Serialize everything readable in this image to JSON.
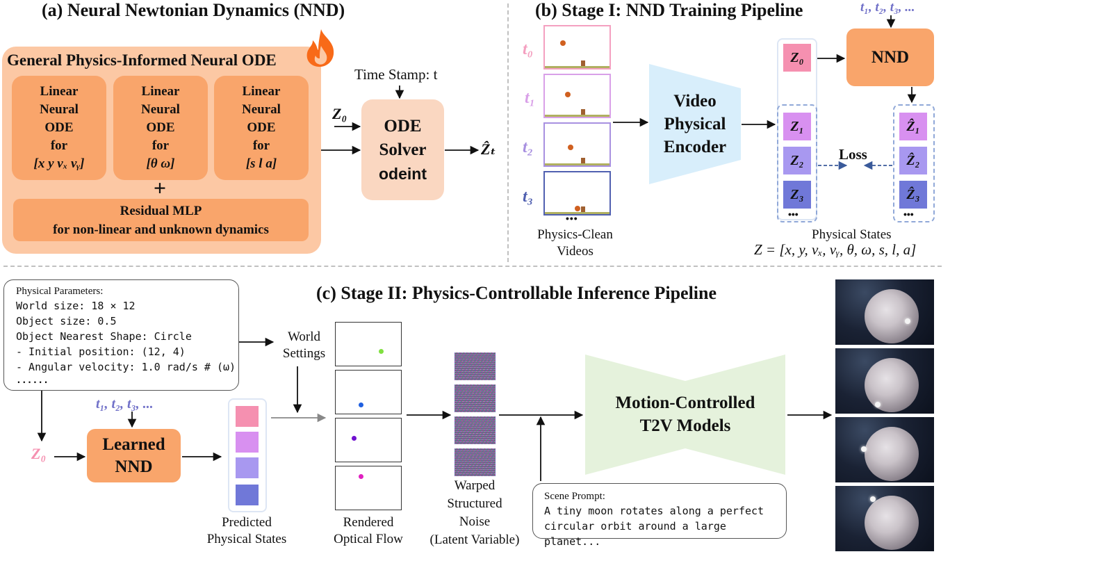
{
  "panel_a": {
    "title": "(a) Neural Newtonian Dynamics (NND)",
    "box_title": "General Physics-Informed Neural ODE",
    "odes": [
      {
        "lines": [
          "Linear",
          "Neural",
          "ODE",
          "for"
        ],
        "vars": "[x y vₓ vᵧ]"
      },
      {
        "lines": [
          "Linear",
          "Neural",
          "ODE",
          "for"
        ],
        "vars": "[θ ω]"
      },
      {
        "lines": [
          "Linear",
          "Neural",
          "ODE",
          "for"
        ],
        "vars": "[s l a]"
      }
    ],
    "plus": "+",
    "mlp_line1": "Residual MLP",
    "mlp_line2": "for non-linear and unknown dynamics",
    "time_stamp": "Time Stamp: t",
    "z0": "Z₀",
    "solver_lines": [
      "ODE",
      "Solver",
      "odeint"
    ],
    "output": "Ẑₜ",
    "flame_icon": "fire-icon"
  },
  "panel_b": {
    "title": "(b) Stage I: NND Training Pipeline",
    "time_labels": [
      "t₀",
      "t₁",
      "t₂",
      "t₃"
    ],
    "frame_colors": [
      "#f4a0c0",
      "#d9a0e8",
      "#a890e0",
      "#5060b0"
    ],
    "ellipsis": "•••",
    "videos_label": [
      "Physics-Clean",
      "Videos"
    ],
    "encoder_lines": [
      "Video",
      "Physical",
      "Encoder"
    ],
    "z0": "Z₀",
    "nnd": "NND",
    "time_inputs": "t₁, t₂, t₃, ...",
    "states": [
      "Z₁",
      "Z₂",
      "Z₃"
    ],
    "pred_states": [
      "Ẑ₁",
      "Ẑ₂",
      "Ẑ₃"
    ],
    "state_colors": [
      "#d890f0",
      "#a898f0",
      "#7078d8"
    ],
    "z0_color": "#f590b0",
    "loss": "Loss",
    "states_label": "Physical States",
    "z_def": "Z = [x, y, vₓ, vᵧ, θ, ω, s, l, a]"
  },
  "panel_c": {
    "title": "(c) Stage II: Physics-Controllable Inference Pipeline",
    "params": [
      "Physical Parameters:",
      "World size: 18 × 12",
      "Object size: 0.5",
      "Object Nearest Shape: Circle",
      "- Initial position: (12, 4)",
      "- Angular velocity: 1.0 rad/s # (ω)",
      "......"
    ],
    "world_settings": [
      "World",
      "Settings"
    ],
    "time_inputs": "t₁, t₂, t₃, ...",
    "z0": "Z₀",
    "learned_nnd": [
      "Learned",
      "NND"
    ],
    "predicted_label": [
      "Predicted",
      "Physical States"
    ],
    "predicted_colors": [
      "#f590b0",
      "#d890f0",
      "#a898f0",
      "#7078d8"
    ],
    "flow_dot_colors": [
      "#80e040",
      "#2060e0",
      "#7010d0",
      "#e020c0"
    ],
    "flow_label": [
      "Rendered",
      "Optical Flow"
    ],
    "noise_label": [
      "Warped",
      "Structured",
      "Noise",
      "(Latent Variable)"
    ],
    "t2v_lines": [
      "Motion-Controlled",
      "T2V Models"
    ],
    "prompt_title": "Scene Prompt:",
    "prompt_lines": [
      "A tiny moon rotates along a perfect",
      "circular orbit around a large planet..."
    ]
  }
}
